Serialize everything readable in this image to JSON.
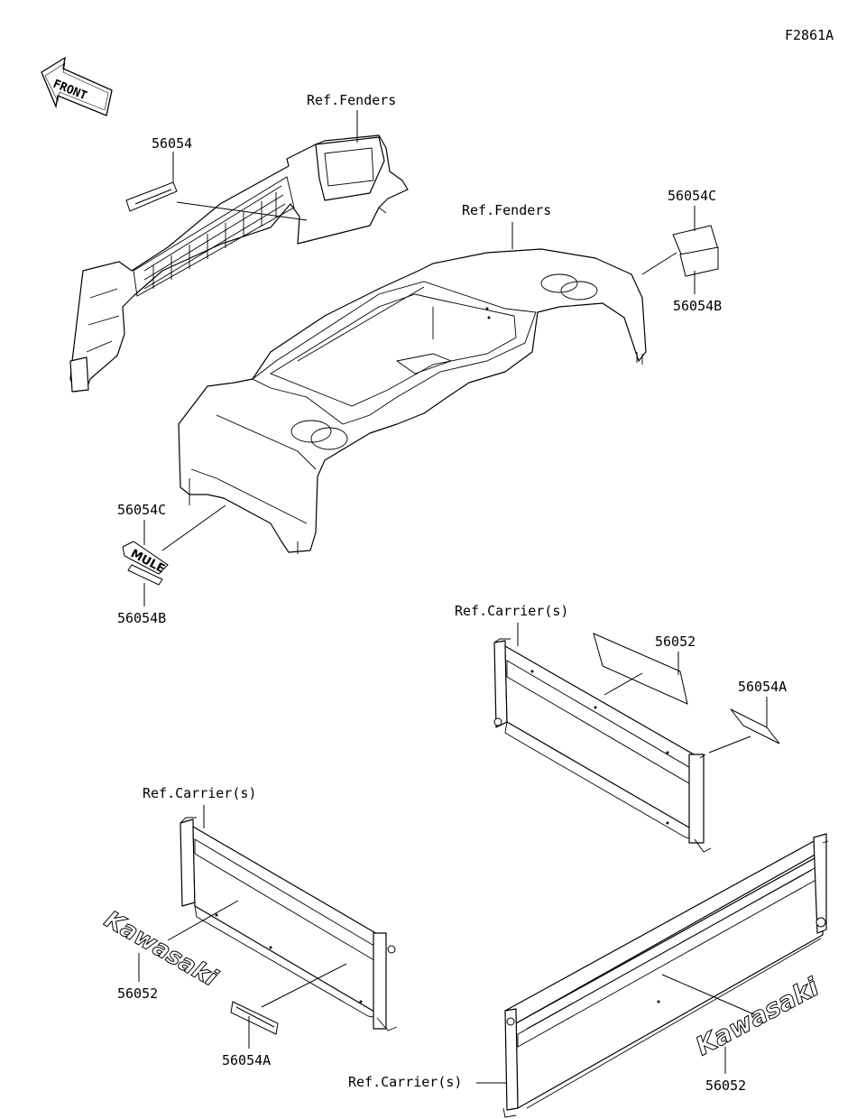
{
  "figure_code": "F2861A",
  "front_arrow": {
    "text": "FRONT",
    "icon": "front-direction-arrow"
  },
  "callouts": {
    "ref_fenders_front": "Ref.Fenders",
    "ref_fenders_rear": "Ref.Fenders",
    "p56054_front": "56054",
    "p56054c_right": "56054C",
    "p56054b_right": "56054B",
    "p56054c_left": "56054C",
    "p56054b_left": "56054B",
    "ref_carrier_top": "Ref.Carrier(s)",
    "p56052_top": "56052",
    "p56054a_top": "56054A",
    "ref_carrier_mid": "Ref.Carrier(s)",
    "p56052_left": "56052",
    "p56054a_left": "56054A",
    "ref_carrier_bottom": "Ref.Carrier(s)",
    "p56052_bottom": "56052"
  },
  "decals": {
    "kawasaki_left": "Kawasaki",
    "kawasaki_right": "Kawasaki",
    "mule_badge": "MULE"
  }
}
